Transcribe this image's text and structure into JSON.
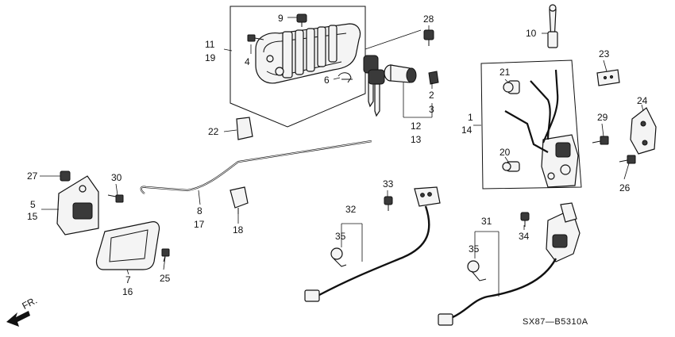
{
  "diagram_code": "SX87—B5310A",
  "direction_label": "FR.",
  "callouts": {
    "c1": "1",
    "c2": "2",
    "c3": "3",
    "c4": "4",
    "c5": "5",
    "c6": "6",
    "c7": "7",
    "c8": "8",
    "c9": "9",
    "c10": "10",
    "c11": "11",
    "c12": "12",
    "c13": "13",
    "c14": "14",
    "c15": "15",
    "c16": "16",
    "c17": "17",
    "c18": "18",
    "c19": "19",
    "c20": "20",
    "c21": "21",
    "c22": "22",
    "c23": "23",
    "c24": "24",
    "c25": "25",
    "c26": "26",
    "c27": "27",
    "c28": "28",
    "c29": "29",
    "c30": "30",
    "c31": "31",
    "c32": "32",
    "c33": "33",
    "c34": "34",
    "c35a": "35",
    "c35b": "35"
  }
}
